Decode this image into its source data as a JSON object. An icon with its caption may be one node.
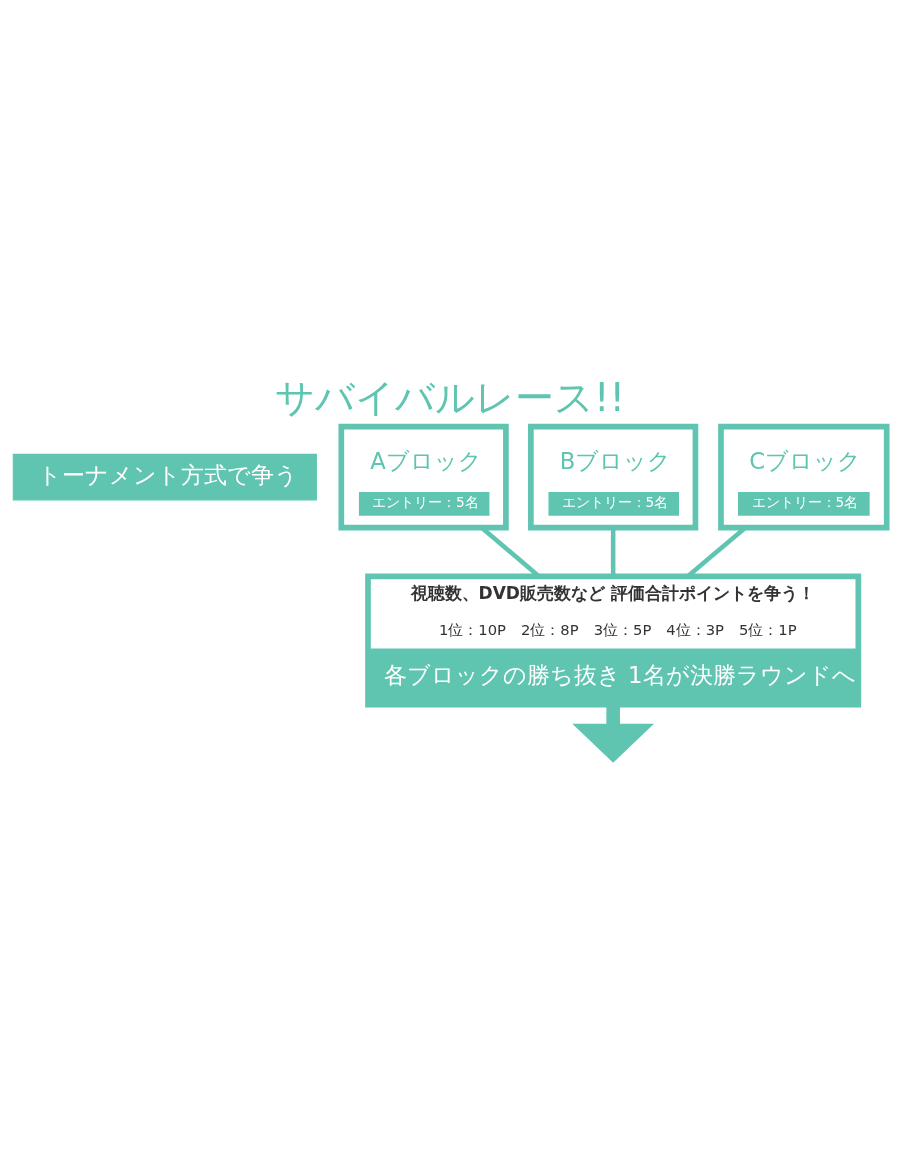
{
  "diagram": {
    "title": "サバイバルレース!!",
    "nodes": [
      {
        "text": [
          "トーナメント方式で争う"
        ]
      },
      {
        "text": [
          "Aブロック",
          "エントリー：5名"
        ]
      },
      {
        "text": [
          "Bブロック",
          "エントリー：5名"
        ]
      },
      {
        "text": [
          "Cブロック",
          "エントリー：5名"
        ]
      },
      {
        "text": [
          "視聴数、DVD販売数など 評価合計ポイントを争う！",
          "1位：10P　2位：8P　3位：5P　4位：3P　5位：1P",
          "各ブロックの勝ち抜き 1名が決勝ラウンドへ"
        ]
      }
    ],
    "edges": [
      {
        "from": 1,
        "to": 4,
        "arrow": "none"
      },
      {
        "from": 2,
        "to": 4,
        "arrow": "none"
      },
      {
        "from": 3,
        "to": 4,
        "arrow": "none"
      },
      {
        "from": 4,
        "to": null,
        "arrow": "to",
        "style": "thick"
      }
    ]
  }
}
